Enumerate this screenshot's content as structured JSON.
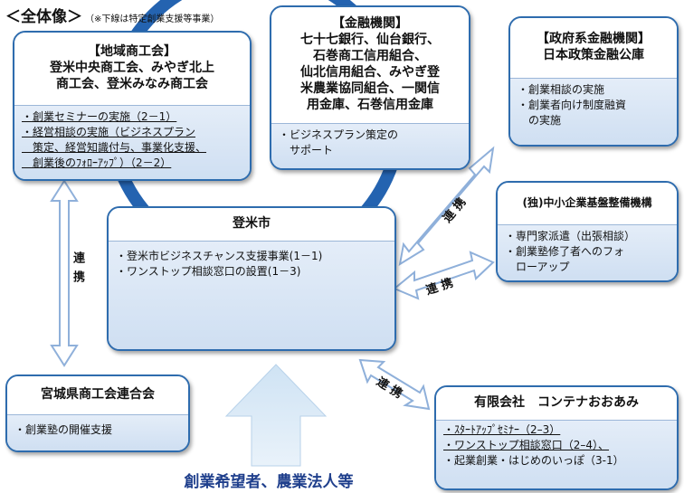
{
  "header": {
    "title": "＜全体像＞",
    "note": "（※下線は特定創業支援等事業）"
  },
  "chiiki": {
    "head": [
      "【地域商工会】",
      "登米中央商工会、みやぎ北上",
      "商工会、登米みなみ商工会"
    ],
    "items": [
      "・創業セミナーの実施（2－1）",
      "・経営相談の実施（ビジネスプラン",
      "　策定、経営知識付与、事業化支援、",
      "　創業後のﾌｫﾛｰｱｯﾌﾟ）（2－2）"
    ]
  },
  "kinyu": {
    "head": [
      "【金融機関】",
      "七十七銀行、仙台銀行、",
      "石巻商工信用組合、",
      "仙北信用組合、みやぎ登",
      "米農業協同組合、一関信",
      "用金庫、石巻信用金庫"
    ],
    "items": [
      "・ビジネスプラン策定の",
      "　サポート"
    ]
  },
  "seifu": {
    "head": [
      "【政府系金融機関】",
      "日本政策金融公庫"
    ],
    "items": [
      "・創業相談の実施",
      "・創業者向け制度融資",
      "　の実施"
    ]
  },
  "smrj": {
    "head": [
      "(独)中小企業基盤整備機構"
    ],
    "items": [
      "・専門家派遣（出張相談）",
      "・創業塾修了者へのフォ",
      "　ローアップ"
    ]
  },
  "tome": {
    "head": [
      "登米市"
    ],
    "items": [
      "・登米市ビジネスチャンス支援事業(1－1)",
      "・ワンストップ相談窓口の設置(1－3)"
    ]
  },
  "rengokai": {
    "head": [
      "宮城県商工会連合会"
    ],
    "items": [
      "・創業塾の開催支援"
    ]
  },
  "contena": {
    "head": [
      "有限会社　コンテナおおあみ"
    ],
    "items": [
      "・ｽﾀｰﾄｱｯﾌﾟｾﾐﾅｰ（2–3）",
      "・ワンストップ相談窓口（2–4）、",
      "・起業創業・はじめのいっぽ（3-1）"
    ]
  },
  "links": {
    "renkei": "連携",
    "renkei_spaced": "連 携"
  },
  "footer": {
    "target": "創業希望者、農業法人等"
  },
  "colors": {
    "border": "#2e6cae",
    "ring": "#2463b0",
    "arrow": "#a9c3e6",
    "big_arrow": "#d7e8f6",
    "footer_text": "#1f3f8c"
  }
}
